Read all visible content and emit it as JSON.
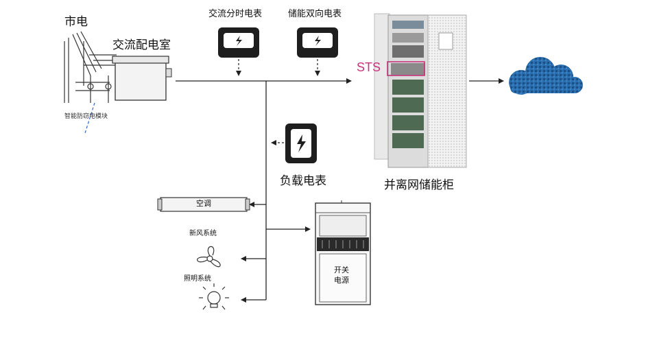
{
  "labels": {
    "grid": "市电",
    "ac_room": "交流配电室",
    "smart_module": "智能防窃电模块",
    "tou_meter": "交流分时电表",
    "bidir_meter": "储能双向电表",
    "sts": "STS",
    "ess_cabinet": "并离网储能柜",
    "load_meter": "负载电表",
    "air_conditioner": "空调",
    "fresh_air": "新风系统",
    "lighting": "照明系统",
    "switch_power_line1": "开关",
    "switch_power_line2": "电源"
  },
  "icons": {
    "meter": "meter-lightning-icon",
    "cloud": "cloud-icon",
    "fan": "fan-icon",
    "lamp": "lamp-icon",
    "ac": "air-conditioner-icon",
    "cabinet": "cabinet-icon"
  },
  "colors": {
    "line": "#222222",
    "sts_highlight": "#c8327a",
    "cloud_fill": "#2a6fb0",
    "cloud_dark": "#1c4f86",
    "meter_body": "#1e1e1e"
  }
}
